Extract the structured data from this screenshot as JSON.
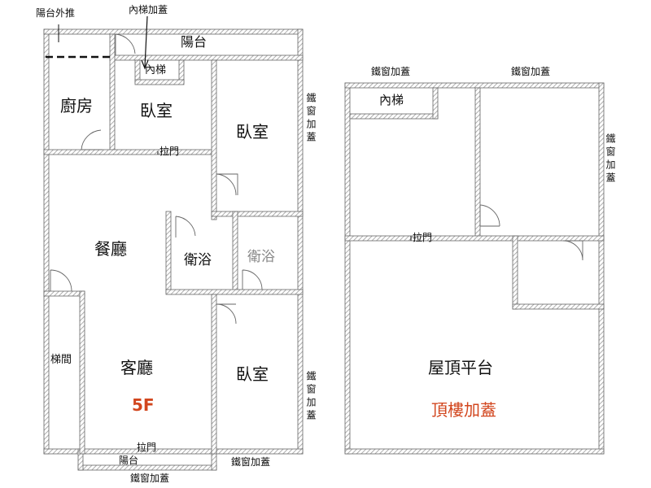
{
  "colors": {
    "wall": "#8a8a8a",
    "accent": "#d2461e",
    "faded": "#888888"
  },
  "floor5": {
    "balcony_extend": "陽台外推",
    "inner_stair_cover": "內梯加蓋",
    "balcony_top": "陽台",
    "inner_stair": "內梯",
    "kitchen": "廚房",
    "bedroom_1": "臥室",
    "bedroom_2": "臥室",
    "sliding_door_top": "拉門",
    "dining": "餐廳",
    "bath_1": "衛浴",
    "bath_2": "衛浴",
    "stairwell": "梯間",
    "living": "客廳",
    "floor_label": "5F",
    "bedroom_3": "臥室",
    "sliding_door_bottom": "拉門",
    "balcony_bottom": "陽台",
    "iron_window_bottom_left": "鐵窗加蓋",
    "iron_window_bottom_right": "鐵窗加蓋",
    "iron_window_side_top": "鐵窗加蓋",
    "iron_window_side_bottom": "鐵窗加蓋"
  },
  "roof": {
    "iron_window_top_left": "鐵窗加蓋",
    "iron_window_top_right": "鐵窗加蓋",
    "inner_stair": "內梯",
    "iron_window_side": "鐵窗加蓋",
    "sliding_door": "拉門",
    "rooftop_terrace": "屋頂平台",
    "rooftop_addition": "頂樓加蓋"
  }
}
